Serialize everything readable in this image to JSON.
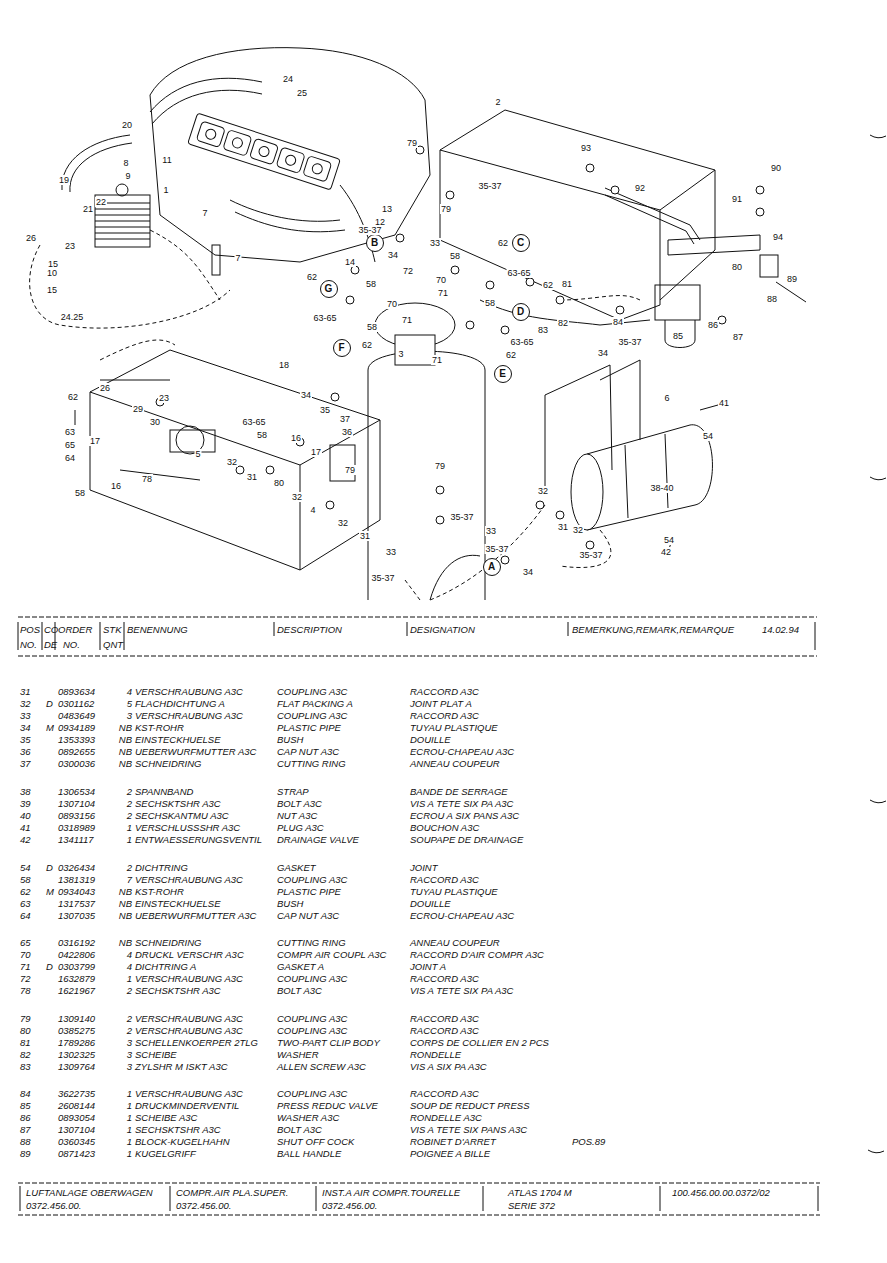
{
  "diagram": {
    "nodes": [
      {
        "text": [
          "B"
        ]
      },
      {
        "text": [
          "C"
        ]
      },
      {
        "text": [
          "G"
        ]
      },
      {
        "text": [
          "D"
        ]
      },
      {
        "text": [
          "F"
        ]
      },
      {
        "text": [
          "E"
        ]
      },
      {
        "text": [
          "A"
        ]
      }
    ],
    "labels": [
      "24",
      "25",
      "20",
      "11",
      "8",
      "9",
      "19",
      "1",
      "22",
      "21",
      "7",
      "26",
      "23",
      "15",
      "10",
      "7",
      "15",
      "24.25",
      "2",
      "79",
      "13",
      "12",
      "35-37",
      "14",
      "33",
      "34",
      "58",
      "72",
      "62",
      "58",
      "70",
      "71",
      "70",
      "71",
      "58",
      "63-65",
      "58",
      "62",
      "3",
      "71",
      "63-65",
      "62",
      "62",
      "63-65",
      "62",
      "81",
      "93",
      "92",
      "35-37",
      "79",
      "90",
      "91",
      "94",
      "80",
      "89",
      "88",
      "84",
      "83",
      "82",
      "86",
      "87",
      "85",
      "35-37",
      "34",
      "18",
      "26",
      "23",
      "62",
      "34",
      "35",
      "37",
      "29",
      "30",
      "63-65",
      "36",
      "58",
      "16",
      "63",
      "17",
      "65",
      "64",
      "5",
      "17",
      "16",
      "58",
      "78",
      "32",
      "31",
      "80",
      "79",
      "32",
      "4",
      "32",
      "31",
      "33",
      "35-37",
      "79",
      "35-37",
      "33",
      "35-37",
      "34",
      "41",
      "54",
      "6",
      "38-40",
      "32",
      "31",
      "32",
      "35-37",
      "54",
      "42",
      "POS",
      "CO",
      "ORDER",
      "STK",
      "BENENNUNG",
      "DESCRIPTION",
      "DESIGNATION",
      "BEMERKUNG,REMARK,REMARQUE",
      "14.02.94",
      "NO.",
      "DE",
      "NO.",
      "QNT",
      "31",
      "0893634",
      "4",
      "VERSCHRAUBUNG A3C",
      "COUPLING A3C",
      "RACCORD A3C",
      "32",
      "D",
      "0301162",
      "5",
      "FLACHDICHTUNG A",
      "FLAT PACKING A",
      "JOINT PLAT A",
      "33",
      "0483649",
      "3",
      "VERSCHRAUBUNG A3C",
      "COUPLING A3C",
      "RACCORD A3C",
      "34",
      "M",
      "0934189",
      "NB",
      "KST-ROHR",
      "PLASTIC PIPE",
      "TUYAU PLASTIQUE",
      "35",
      "1353393",
      "NB",
      "EINSTECKHUELSE",
      "BUSH",
      "DOUILLE",
      "36",
      "0892655",
      "NB",
      "UEBERWURFMUTTER A3C",
      "CAP NUT A3C",
      "ECROU-CHAPEAU A3C",
      "37",
      "0300036",
      "NB",
      "SCHNEIDRING",
      "CUTTING RING",
      "ANNEAU COUPEUR",
      "38",
      "1306534",
      "2",
      "SPANNBAND",
      "STRAP",
      "BANDE DE SERRAGE",
      "39",
      "1307104",
      "2",
      "SECHSKTSHR A3C",
      "BOLT A3C",
      "VIS A TETE SIX PA A3C",
      "40",
      "0893156",
      "2",
      "SECHSKANTMU A3C",
      "NUT A3C",
      "ECROU A SIX PANS A3C",
      "41",
      "0318989",
      "1",
      "VERSCHLUSSSHR A3C",
      "PLUG A3C",
      "BOUCHON A3C",
      "42",
      "1341117",
      "1",
      "ENTWAESSERUNGSVENTIL",
      "DRAINAGE VALVE",
      "SOUPAPE DE DRAINAGE",
      "54",
      "D",
      "0326434",
      "2",
      "DICHTRING",
      "GASKET",
      "JOINT",
      "58",
      "1381319",
      "7",
      "VERSCHRAUBUNG A3C",
      "COUPLING A3C",
      "RACCORD A3C",
      "62",
      "M",
      "0934043",
      "NB",
      "KST-ROHR",
      "PLASTIC PIPE",
      "TUYAU PLASTIQUE",
      "63",
      "1317537",
      "NB",
      "EINSTECKHUELSE",
      "BUSH",
      "DOUILLE",
      "64",
      "1307035",
      "NB",
      "UEBERWURFMUTTER A3C",
      "CAP NUT A3C",
      "ECROU-CHAPEAU A3C",
      "65",
      "0316192",
      "NB",
      "SCHNEIDRING",
      "CUTTING RING",
      "ANNEAU COUPEUR",
      "70",
      "0422806",
      "4",
      "DRUCKL VERSCHR A3C",
      "COMPR AIR COUPL A3C",
      "RACCORD D'AIR COMPR A3C",
      "71",
      "D",
      "0303799",
      "4",
      "DICHTRING A",
      "GASKET A",
      "JOINT A",
      "72",
      "1632879",
      "1",
      "VERSCHRAUBUNG A3C",
      "COUPLING A3C",
      "RACCORD A3C",
      "78",
      "1621967",
      "2",
      "SECHSKTSHR A3C",
      "BOLT A3C",
      "VIS A TETE SIX PA A3C",
      "79",
      "1309140",
      "2",
      "VERSCHRAUBUNG A3C",
      "COUPLING A3C",
      "RACCORD A3C",
      "80",
      "0385275",
      "2",
      "VERSCHRAUBUNG A3C",
      "COUPLING A3C",
      "RACCORD A3C",
      "81",
      "1789286",
      "3",
      "SCHELLENKOERPER 2TLG",
      "TWO-PART CLIP BODY",
      "CORPS DE COLLIER EN 2 PCS",
      "82",
      "1302325",
      "3",
      "SCHEIBE",
      "WASHER",
      "RONDELLE",
      "83",
      "1309764",
      "3",
      "ZYLSHR M ISKT A3C",
      "ALLEN SCREW A3C",
      "VIS A SIX PA A3C",
      "84",
      "3622735",
      "1",
      "VERSCHRAUBUNG A3C",
      "COUPLING A3C",
      "RACCORD A3C",
      "85",
      "2608144",
      "1",
      "DRUCKMINDERVENTIL",
      "PRESS REDUC VALVE",
      "SOUP DE REDUCT PRESS",
      "86",
      "0893054",
      "1",
      "SCHEIBE A3C",
      "WASHER A3C",
      "RONDELLE A3C",
      "87",
      "1307104",
      "1",
      "SECHSKTSHR A3C",
      "BOLT A3C",
      "VIS A TETE SIX PANS A3C",
      "88",
      "0360345",
      "1",
      "BLOCK-KUGELHAHN",
      "SHUT OFF COCK",
      "ROBINET D'ARRET",
      "POS.89",
      "89",
      "0871423",
      "1",
      "KUGELGRIFF",
      "BALL HANDLE",
      "POIGNEE A BILLE",
      "LUFTANLAGE OBERWAGEN",
      "0372.456.00.",
      "COMPR.AIR PLA.SUPER.",
      "0372.456.00.",
      "INST.A AIR COMPR.TOURELLE",
      "0372.456.00.",
      "ATLAS 1704 M",
      "SERIE 372",
      "100.456.00.00.0372/02"
    ]
  }
}
